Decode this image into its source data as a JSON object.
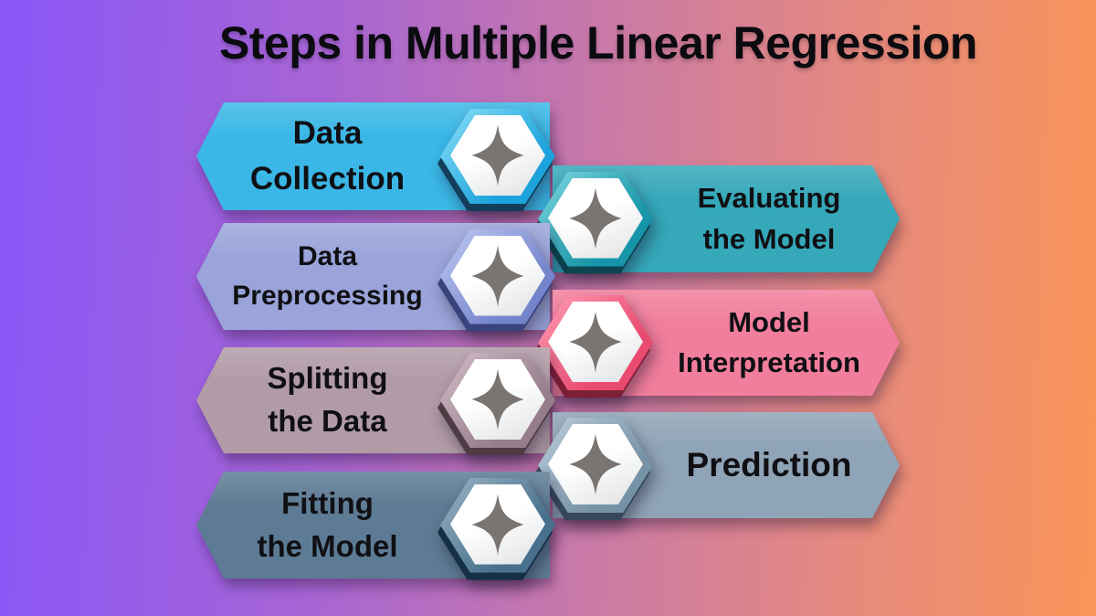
{
  "title": "Steps in Multiple Linear Regression",
  "colors": {
    "bg_left": "#8a56f8",
    "bg_mid": "#c678ab",
    "bg_right": "#fa9458",
    "title": "#0b0b10",
    "label": "#101014",
    "star": "#7b7572",
    "hex_face_top": "#ffffff",
    "hex_face_bottom": "#dfe1e3"
  },
  "steps": [
    {
      "id": "data-collection",
      "side": "left",
      "line1": "Data",
      "line2": "Collection",
      "banner_color": "#3ab7e7",
      "hex_light": "#8be0f8",
      "hex_dark": "#1ca3dc",
      "hex_shadow": "#123e5c"
    },
    {
      "id": "evaluating-the-model",
      "side": "right",
      "line1": "Evaluating",
      "line2": "the Model",
      "banner_color": "#35a8ba",
      "hex_light": "#7fd8de",
      "hex_dark": "#1795a8",
      "hex_shadow": "#0d4450"
    },
    {
      "id": "data-preprocessing",
      "side": "left",
      "line1": "Data",
      "line2": "Preprocessing",
      "banner_color": "#9aa4da",
      "hex_light": "#c0caf2",
      "hex_dark": "#7585cc",
      "hex_shadow": "#39437c"
    },
    {
      "id": "model-interpretation",
      "side": "right",
      "line1": "Model",
      "line2": "Interpretation",
      "banner_color": "#f17e9c",
      "hex_light": "#ff9db6",
      "hex_dark": "#e94a6f",
      "hex_shadow": "#7e1f38"
    },
    {
      "id": "splitting-the-data",
      "side": "left",
      "line1": "Splitting",
      "line2": "the Data",
      "banner_color": "#b19ba6",
      "hex_light": "#d3bec8",
      "hex_dark": "#957e8a",
      "hex_shadow": "#4e3b44"
    },
    {
      "id": "prediction",
      "side": "right",
      "line1": "Prediction",
      "line2": "",
      "banner_color": "#8fa4b6",
      "hex_light": "#bccedb",
      "hex_dark": "#7692a6",
      "hex_shadow": "#35495a"
    },
    {
      "id": "fitting-the-model",
      "side": "left",
      "line1": "Fitting",
      "line2": "the Model",
      "banner_color": "#5d7b94",
      "hex_light": "#9db4c6",
      "hex_dark": "#47708c",
      "hex_shadow": "#152f44"
    }
  ]
}
